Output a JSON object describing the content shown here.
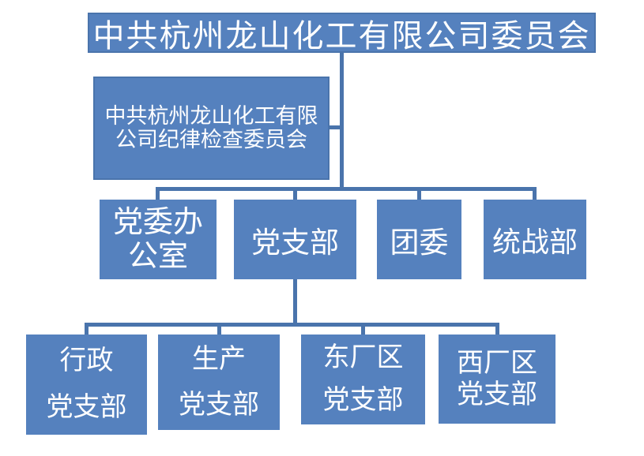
{
  "org_chart": {
    "root": {
      "label": "中共杭州龙山化工有限公司委员会"
    },
    "discipline": {
      "line1": "中共杭州龙山化工有限",
      "line2": "公司纪律检查委员会"
    },
    "level2": [
      {
        "line1": "党委办",
        "line2": "公室"
      },
      {
        "label": "党支部"
      },
      {
        "label": "团委"
      },
      {
        "label": "统战部"
      }
    ],
    "level3": [
      {
        "line1": "行政",
        "line2": "党支部"
      },
      {
        "line1": "生产",
        "line2": "党支部"
      },
      {
        "line1": "东厂区",
        "line2": "党支部"
      },
      {
        "line1": "西厂区",
        "line2": "党支部"
      }
    ]
  },
  "colors": {
    "box_fill": "#5581BE",
    "connector": "#4A74AC",
    "text_color": "#FFFFFF"
  }
}
